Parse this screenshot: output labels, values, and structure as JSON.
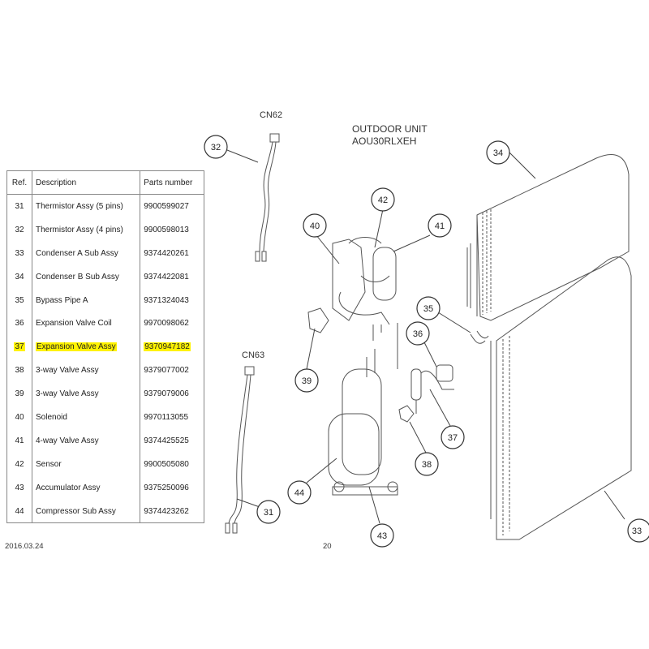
{
  "header": {
    "title_line1": "OUTDOOR UNIT",
    "title_line2": "AOU30RLXEH"
  },
  "connectors": {
    "cn62": "CN62",
    "cn63": "CN63"
  },
  "table": {
    "columns": [
      "Ref.",
      "Description",
      "Parts number"
    ],
    "highlight_color": "#fff200",
    "rows": [
      {
        "ref": "31",
        "desc": "Thermistor Assy (5 pins)",
        "part": "9900599027",
        "highlighted": false
      },
      {
        "ref": "32",
        "desc": "Thermistor Assy (4 pins)",
        "part": "9900598013",
        "highlighted": false
      },
      {
        "ref": "33",
        "desc": "Condenser A Sub Assy",
        "part": "9374420261",
        "highlighted": false
      },
      {
        "ref": "34",
        "desc": "Condenser B Sub Assy",
        "part": "9374422081",
        "highlighted": false
      },
      {
        "ref": "35",
        "desc": "Bypass Pipe A",
        "part": "9371324043",
        "highlighted": false
      },
      {
        "ref": "36",
        "desc": "Expansion Valve Coil",
        "part": "9970098062",
        "highlighted": false
      },
      {
        "ref": "37",
        "desc": "Expansion Valve Assy",
        "part": "9370947182",
        "highlighted": true
      },
      {
        "ref": "38",
        "desc": "3-way Valve Assy",
        "part": "9379077002",
        "highlighted": false
      },
      {
        "ref": "39",
        "desc": "3-way Valve Assy",
        "part": "9379079006",
        "highlighted": false
      },
      {
        "ref": "40",
        "desc": "Solenoid",
        "part": "9970113055",
        "highlighted": false
      },
      {
        "ref": "41",
        "desc": "4-way Valve Assy",
        "part": "9374425525",
        "highlighted": false
      },
      {
        "ref": "42",
        "desc": "Sensor",
        "part": "9900505080",
        "highlighted": false
      },
      {
        "ref": "43",
        "desc": "Accumulator Assy",
        "part": "9375250096",
        "highlighted": false
      },
      {
        "ref": "44",
        "desc": "Compressor Sub Assy",
        "part": "9374423262",
        "highlighted": false
      }
    ]
  },
  "callouts": [
    "32",
    "34",
    "42",
    "40",
    "41",
    "35",
    "36",
    "39",
    "37",
    "38",
    "44",
    "31",
    "43",
    "33"
  ],
  "footer": {
    "date": "2016.03.24",
    "page": "20"
  }
}
